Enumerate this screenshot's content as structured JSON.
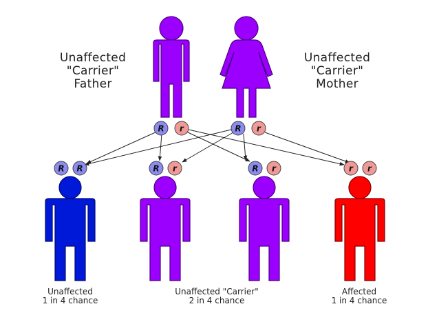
{
  "parents": {
    "father": {
      "line1": "Unaffected",
      "line2": "\"Carrier\"",
      "line3": "Father"
    },
    "mother": {
      "line1": "Unaffected",
      "line2": "\"Carrier\"",
      "line3": "Mother"
    }
  },
  "alleles": {
    "dominant": "R",
    "recessive": "r"
  },
  "children": [
    {
      "status": "Unaffected",
      "chance": "1 in 4 chance",
      "alleles": [
        "R",
        "R"
      ]
    },
    {
      "status": "Unaffected \"Carrier\"",
      "chance": "2 in 4 chance",
      "alleles": [
        "R",
        "r"
      ]
    },
    {
      "status": "Unaffected \"Carrier\"",
      "chance": "2 in 4 chance",
      "alleles": [
        "R",
        "r"
      ]
    },
    {
      "status": "Affected",
      "chance": "1 in 4 chance",
      "alleles": [
        "r",
        "r"
      ]
    }
  ],
  "colors": {
    "carrier": "#9b00ff",
    "unaffected": "#0018d8",
    "affected": "#ff0000",
    "dominant_allele": "#8c8cf0",
    "recessive_allele": "#f09a98"
  }
}
